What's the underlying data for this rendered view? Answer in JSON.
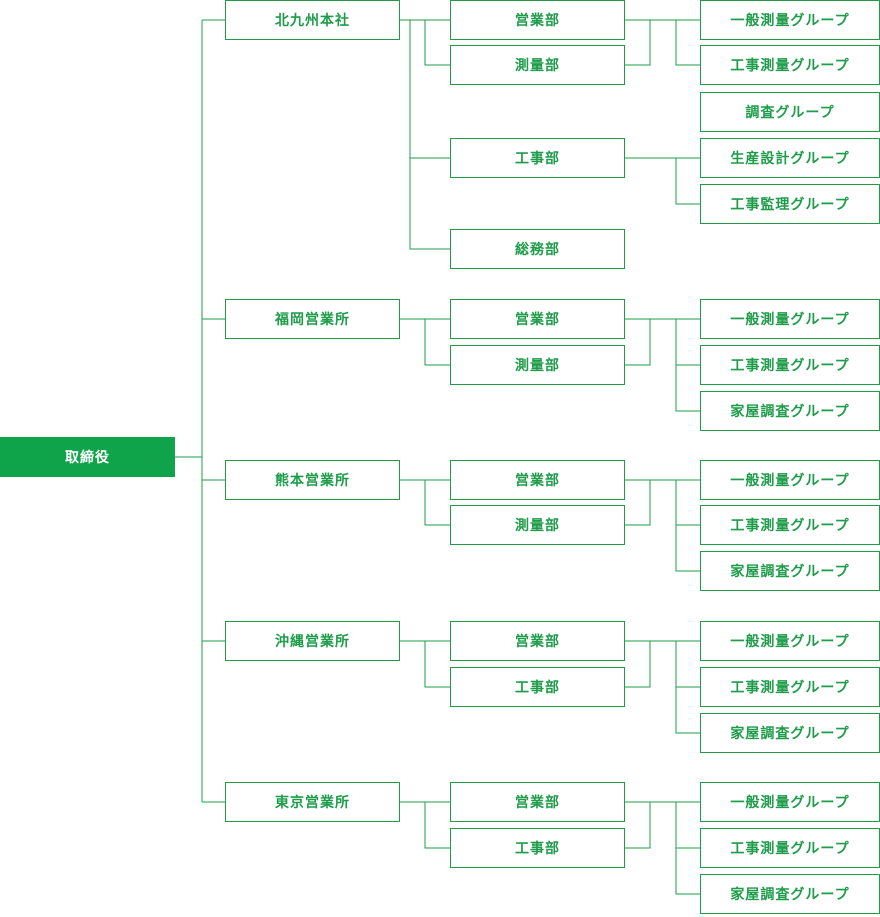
{
  "colors": {
    "line": "#1e9c4a",
    "text": "#1e9c4a",
    "root_fill": "#0fa44a",
    "root_text": "#ffffff"
  },
  "root": {
    "label": "取締役"
  },
  "branches": [
    {
      "label": "北九州本社",
      "departments": [
        {
          "label": "営業部",
          "groups": []
        },
        {
          "label": "測量部",
          "groups": []
        },
        {
          "label": "工事部",
          "groups": [
            "生産設計グループ",
            "工事監理グループ"
          ]
        },
        {
          "label": "総務部",
          "groups": []
        }
      ],
      "shared_groups": [
        "一般測量グループ",
        "工事測量グループ"
      ],
      "extra_group": "調査グループ"
    },
    {
      "label": "福岡営業所",
      "departments": [
        {
          "label": "営業部"
        },
        {
          "label": "測量部"
        }
      ],
      "groups": [
        "一般測量グループ",
        "工事測量グループ",
        "家屋調査グループ"
      ]
    },
    {
      "label": "熊本営業所",
      "departments": [
        {
          "label": "営業部"
        },
        {
          "label": "測量部"
        }
      ],
      "groups": [
        "一般測量グループ",
        "工事測量グループ",
        "家屋調査グループ"
      ]
    },
    {
      "label": "沖縄営業所",
      "departments": [
        {
          "label": "営業部"
        },
        {
          "label": "工事部"
        }
      ],
      "groups": [
        "一般測量グループ",
        "工事測量グループ",
        "家屋調査グループ"
      ]
    },
    {
      "label": "東京営業所",
      "departments": [
        {
          "label": "営業部"
        },
        {
          "label": "工事部"
        }
      ],
      "groups": [
        "一般測量グループ",
        "工事測量グループ",
        "家屋調査グループ"
      ]
    }
  ]
}
